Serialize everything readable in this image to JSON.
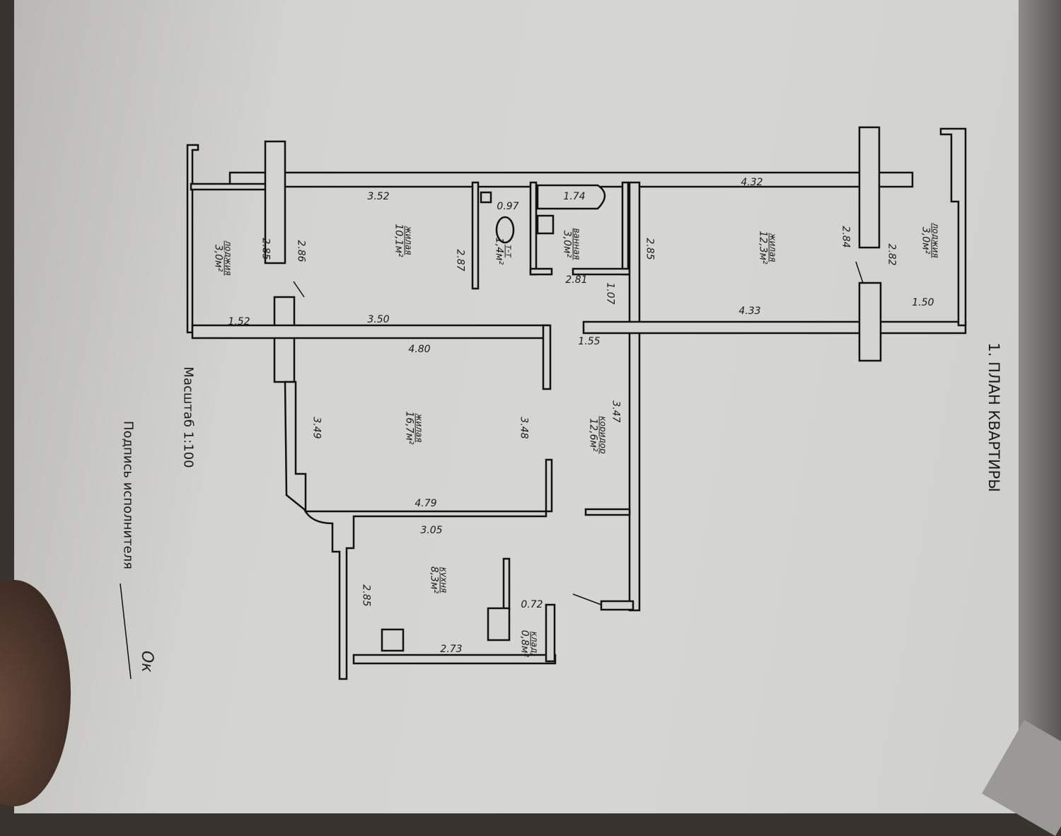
{
  "title": "1. ПЛАН КВАРТИРЫ",
  "scale": "Масштаб 1:100",
  "signature_label": "Подпись исполнителя",
  "signature_mark": "Ок",
  "rooms": {
    "living_10": {
      "name": "жилая",
      "area": "10,1м²"
    },
    "wc": {
      "name": "т-т",
      "area": "1,4м²"
    },
    "bath": {
      "name": "ванная",
      "area": "3,0м²"
    },
    "living_12": {
      "name": "жилая",
      "area": "12,3м²"
    },
    "loggia_right": {
      "name": "лоджия",
      "area": "3,0м²"
    },
    "loggia_left": {
      "name": "лоджия",
      "area": "3,0м²"
    },
    "living_16": {
      "name": "жилая",
      "area": "16,7м²"
    },
    "corridor": {
      "name": "коридор",
      "area": "12,6м²"
    },
    "kitchen": {
      "name": "кухня",
      "area": "8,3м²"
    },
    "storage": {
      "name": "клад.",
      "area": "0,8м²"
    }
  },
  "dimensions": {
    "d352": "3.52",
    "d097": "0.97",
    "d174": "1.74",
    "d432": "4.32",
    "d285a": "2.85",
    "d286": "2.86",
    "d287": "2.87",
    "d281": "2.81",
    "d107": "1.07",
    "d285b": "2.85",
    "d284": "2.84",
    "d282": "2.82",
    "d150": "1.50",
    "d433": "4.33",
    "d152": "1.52",
    "d350": "3.50",
    "d480": "4.80",
    "d155": "1.55",
    "d349": "3.49",
    "d348": "3.48",
    "d347": "3.47",
    "d479": "4.79",
    "d305": "3.05",
    "d285c": "2.85",
    "d072": "0.72",
    "d273": "2.73"
  }
}
